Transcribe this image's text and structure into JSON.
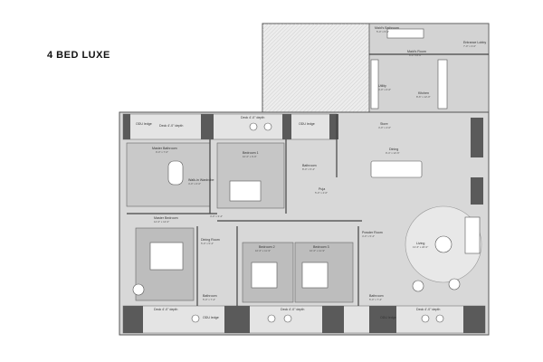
{
  "plan_title": "4 BED LUXE",
  "rooms": {
    "maids_bathroom": {
      "name": "Maid's Bathroom",
      "dim": "5'-0\" x 5'-4\""
    },
    "maids_room": {
      "name": "Maid's Room",
      "dim": "6'-0\" x 8'-0\""
    },
    "entrance_lobby": {
      "name": "Entrance Lobby",
      "dim": "7'-0\" x 3'-0\""
    },
    "utility": {
      "name": "Utility",
      "dim": "4'-0\" x 6'-6\""
    },
    "kitchen": {
      "name": "Kitchen",
      "dim": "8'-6\" x 12'-0\""
    },
    "store": {
      "name": "Store",
      "dim": "4'-0\" x 4'-0\""
    },
    "odu_ledge_1": {
      "name": "ODU ledge"
    },
    "deck_1": {
      "name": "Deck 4'-0\" depth"
    },
    "deck_top": {
      "name": "Deck 4'-0\" depth"
    },
    "odu_ledge_2": {
      "name": "ODU ledge"
    },
    "master_bathroom": {
      "name": "Master Bathroom",
      "dim": "9'-0\" x 7'-0\""
    },
    "walk_in_wardrobe": {
      "name": "Walk-in Wardrobe",
      "dim": "4'-0\" x 6'-0\""
    },
    "bedroom_1": {
      "name": "Bedroom 1",
      "dim": "10'-0\" x 9'-9\""
    },
    "bathroom_1": {
      "name": "Bathroom",
      "dim": "8'-0\" x 5'-4\""
    },
    "puja": {
      "name": "Puja",
      "dim": "5'-0\" x 4'-6\""
    },
    "dining": {
      "name": "Dining",
      "dim": "9'-4\" x 12'-6\""
    },
    "passage": {
      "name": "4'-0\" x 3'-4\""
    },
    "master_bedroom": {
      "name": "Master Bedroom",
      "dim": "12'-0\" x 12'-0\""
    },
    "dining_room_wardrobe": {
      "name": "Dining Room",
      "dim": "5'-0\" x 5'-4\""
    },
    "bedroom_2": {
      "name": "Bedroom 2",
      "dim": "10'-0\" x 11'-9\""
    },
    "bedroom_3": {
      "name": "Bedroom 3",
      "dim": "10'-0\" x 11'-9\""
    },
    "powder_room": {
      "name": "Powder Room",
      "dim": "4'-0\" x 5'-4\""
    },
    "living": {
      "name": "Living",
      "dim": "13'-6\" x 20'-0\""
    },
    "bathroom_2": {
      "name": "Bathroom",
      "dim": "5'-0\" x 7'-4\""
    },
    "bathroom_3": {
      "name": "Bathroom",
      "dim": "5'-0\" x 7'-4\""
    },
    "deck_2": {
      "name": "Deck 4'-0\" depth"
    },
    "odu_ledge_3": {
      "name": "ODU ledge"
    },
    "deck_3": {
      "name": "Deck 4'-0\" depth"
    },
    "odu_ledge_4": {
      "name": "ODU ledge"
    },
    "deck_4": {
      "name": "Deck 4'-0\" depth"
    }
  }
}
